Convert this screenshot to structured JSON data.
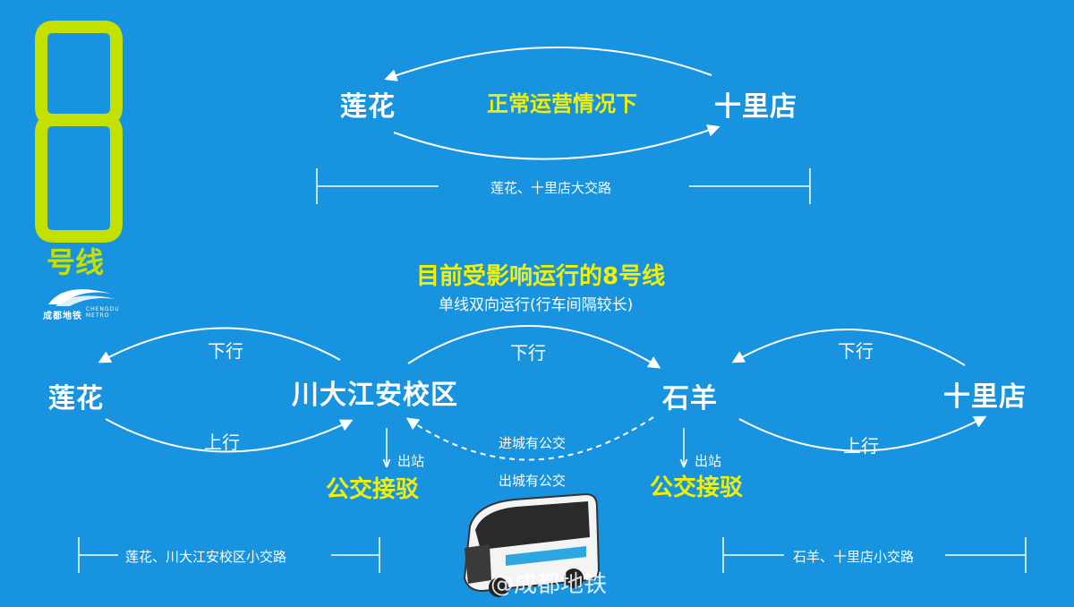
{
  "line": {
    "number": "8",
    "label": "号线"
  },
  "brand": {
    "logo_cn": "成都地铁",
    "logo_en": "CHENGDU METRO"
  },
  "normal": {
    "left": "莲花",
    "right": "十里店",
    "caption": "正常运营情况下",
    "span": "莲花、十里店大交路"
  },
  "affected": {
    "title": "目前受影响运行的8号线",
    "subtitle": "单线双向运行(行车间隔较长)",
    "stations": [
      "莲花",
      "川大江安校区",
      "石羊",
      "十里店"
    ],
    "down": "下行",
    "up": "上行",
    "exit": "出站",
    "bus_connect": "公交接驳",
    "into_city_bus": "进城有公交",
    "out_city_bus": "出城有公交",
    "span_left": "莲花、川大江安校区小交路",
    "span_right": "石羊、十里店小交路"
  },
  "watermark": "@成都地铁",
  "colors": {
    "background": "#1793e0",
    "accent": "#c4e000",
    "highlight": "#f2f200"
  }
}
